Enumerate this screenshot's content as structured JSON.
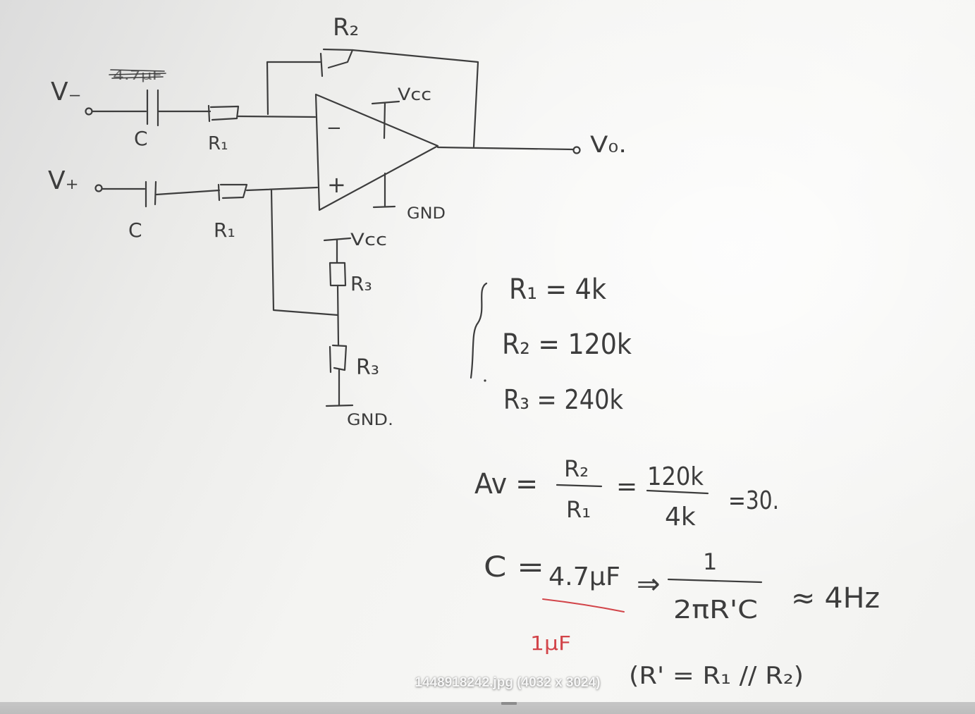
{
  "viewer": {
    "caption": "1448918242.jpg (4032 x 3024)"
  },
  "circuit": {
    "inverting_input": {
      "terminal_label": "V₋",
      "capacitor_label": "C",
      "resistor_label": "R₁",
      "struck_note": "4.7μF"
    },
    "noninverting_input": {
      "terminal_label": "V₊",
      "capacitor_label": "C",
      "resistor_label": "R₁"
    },
    "feedback": {
      "resistor_label": "R₂"
    },
    "opamp": {
      "minus_sign": "−",
      "plus_sign": "+",
      "supply_label": "Vcc",
      "ground_label": "GND"
    },
    "output_label": "V₀.",
    "divider": {
      "supply_label": "Vcc",
      "upper_resistor_label": "R₃",
      "lower_resistor_label": "R₃",
      "ground_label": "GND."
    }
  },
  "component_values": [
    {
      "text": "R₁ = 4k"
    },
    {
      "text": "R₂ = 120k"
    },
    {
      "text": "R₃ = 240k"
    }
  ],
  "gain_equation": {
    "lhs": "Av =",
    "frac1_num": "R₂",
    "frac1_den": "R₁",
    "equals": "=",
    "frac2_num": "120k",
    "frac2_den": "4k",
    "result": "=30."
  },
  "cutoff_equation": {
    "lhs": "C =",
    "cap_value": "4.7μF",
    "implies": "⇒",
    "num": "1",
    "den": "2πR'C",
    "result": "≈ 4Hz",
    "correction": "1μF",
    "note": "(R' = R₁ // R₂)"
  },
  "colors": {
    "ink": "#3d3d3d",
    "red_ink": "#d2454a",
    "paper": "#f4f4f2"
  }
}
